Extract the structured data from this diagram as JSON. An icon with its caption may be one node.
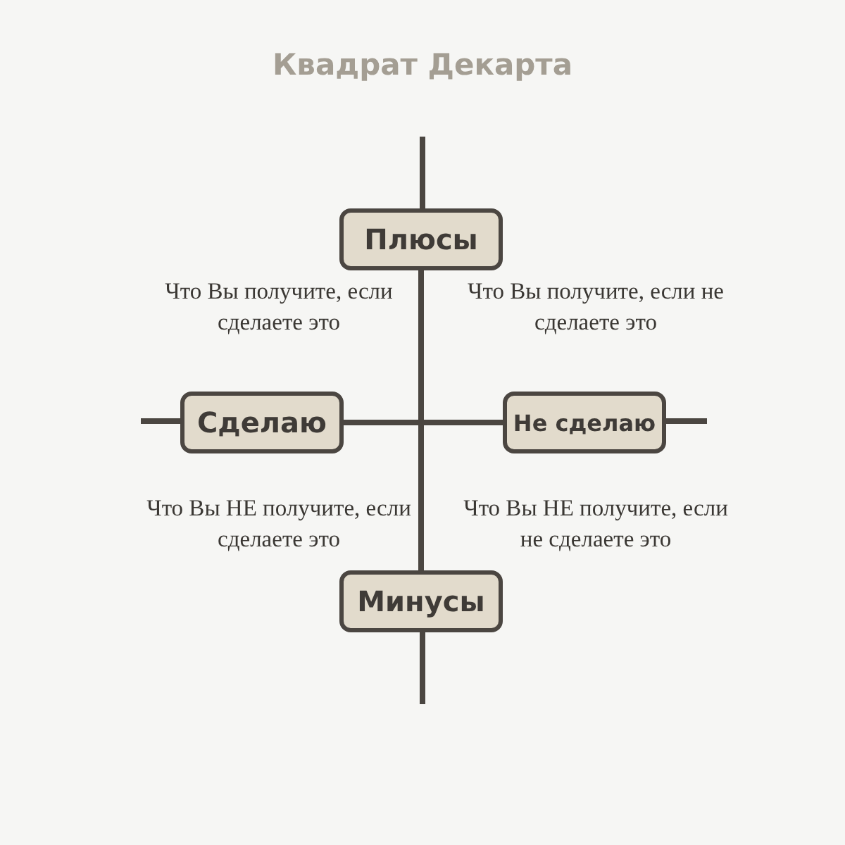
{
  "diagram": {
    "title": "Квадрат Декарта",
    "nodes": [
      {
        "text": [
          "Плюсы"
        ]
      },
      {
        "text": [
          "Сделаю"
        ]
      },
      {
        "text": [
          "Не сделаю"
        ]
      },
      {
        "text": [
          "Минусы"
        ]
      }
    ],
    "edges": [
      {
        "from": 0,
        "to": 3,
        "arrow": "none"
      },
      {
        "from": 1,
        "to": 2,
        "arrow": "none"
      }
    ],
    "labels": [
      "Что Вы получите, если сделаете это",
      "Что Вы получите, если не сделаете это",
      "Что Вы НЕ получите, если сделаете это",
      "Что Вы НЕ получите, если не сделаете это"
    ]
  }
}
